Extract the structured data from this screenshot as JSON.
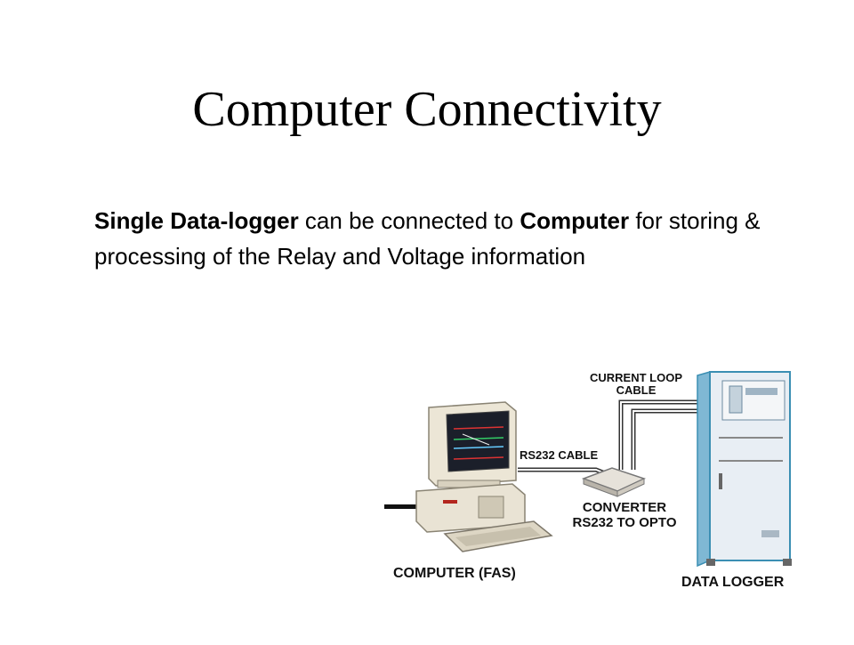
{
  "slide": {
    "title": "Computer Connectivity",
    "paragraph": {
      "part1_bold": "Single Data-logger",
      "part2": " can be connected to ",
      "part3_bold": "Computer",
      "part4": " for storing & processing of the Relay and Voltage information"
    }
  },
  "diagram": {
    "labels": {
      "current_loop_line1": "CURRENT LOOP",
      "current_loop_line2": "CABLE",
      "rs232_cable": "RS232 CABLE",
      "converter_line1": "CONVERTER",
      "converter_line2": "RS232 TO OPTO",
      "computer": "COMPUTER (FAS)",
      "data_logger": "DATA LOGGER"
    },
    "colors": {
      "cabinet": "#e8eef4",
      "cabinet_edge": "#4aa3c8",
      "computer_body": "#e9e3d4",
      "screen": "#1b1f2a"
    }
  }
}
